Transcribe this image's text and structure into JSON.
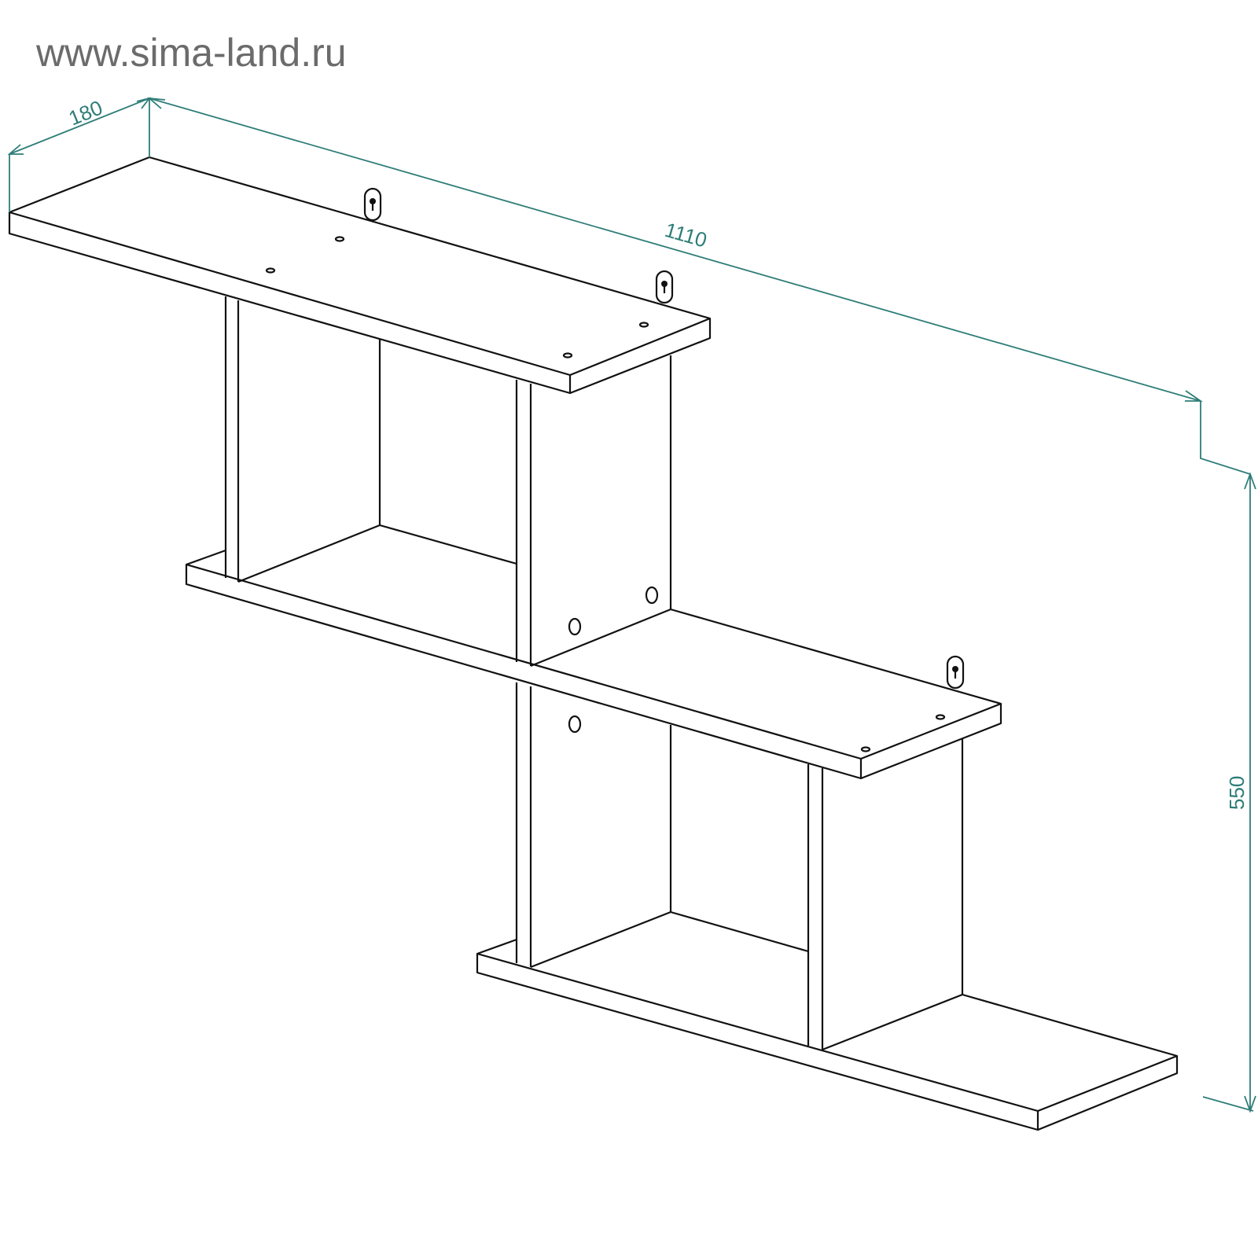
{
  "watermark": "www.sima-land.ru",
  "dimensions": {
    "depth": "180",
    "width": "1110",
    "height": "550"
  },
  "colors": {
    "dimension": "#2e7d78",
    "outline": "#111111",
    "watermark": "#6b6b6b"
  }
}
